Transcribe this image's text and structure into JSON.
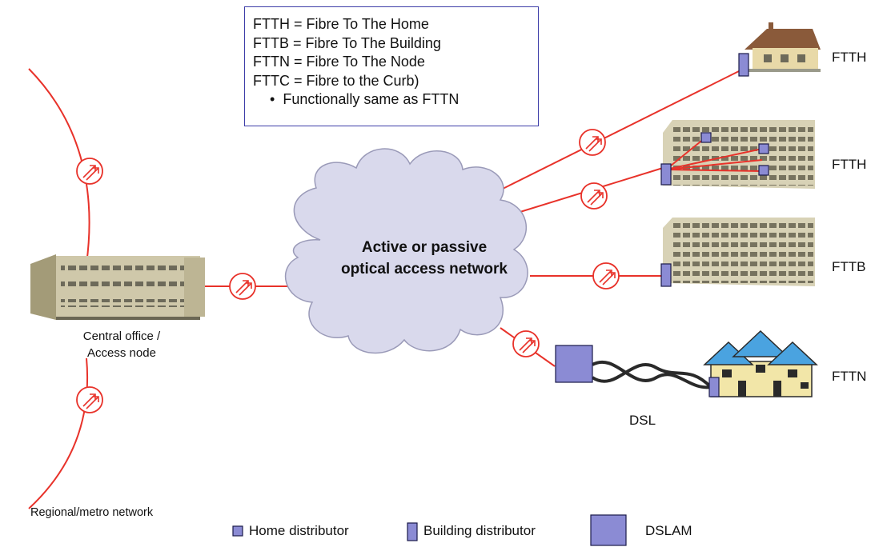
{
  "definitions": {
    "lines": [
      "FTTH = Fibre To The Home",
      "FTTB = Fibre To The Building",
      "FTTN = Fibre To The Node",
      "FTTC = Fibre to the Curb)"
    ],
    "bullet": "Functionally same as FTTN",
    "bullet_symbol": "•"
  },
  "cloud": {
    "line1": "Active or passive",
    "line2": "optical access network"
  },
  "central_office": {
    "line1": "Central office /",
    "line2": "Access node"
  },
  "regional_label": "Regional/metro network",
  "endpoints": {
    "house": "FTTH",
    "building_ftth": "FTTH",
    "building_fttb": "FTTB",
    "houses_fttn": "FTTN"
  },
  "dsl_label": "DSL",
  "legend": {
    "home_distributor": "Home distributor",
    "building_distributor": "Building distributor",
    "dslam": "DSLAM"
  },
  "colors": {
    "fibre_line": "#e8322a",
    "distributor_fill": "#8b8bd4",
    "distributor_stroke": "#1a1a4a",
    "cloud_fill": "#d9d9ec",
    "box_border": "#3d3da8",
    "building_wall": "#cfc8aa",
    "building_roof": "#8a8466",
    "house_blue": "#4aa3e0",
    "house_wall": "#f2e6a8"
  },
  "icons": {
    "optical_link": "optical-transceiver-icon",
    "central_office": "office-building-icon",
    "house": "house-icon",
    "apartment": "apartment-building-icon",
    "row_houses": "row-houses-icon"
  }
}
